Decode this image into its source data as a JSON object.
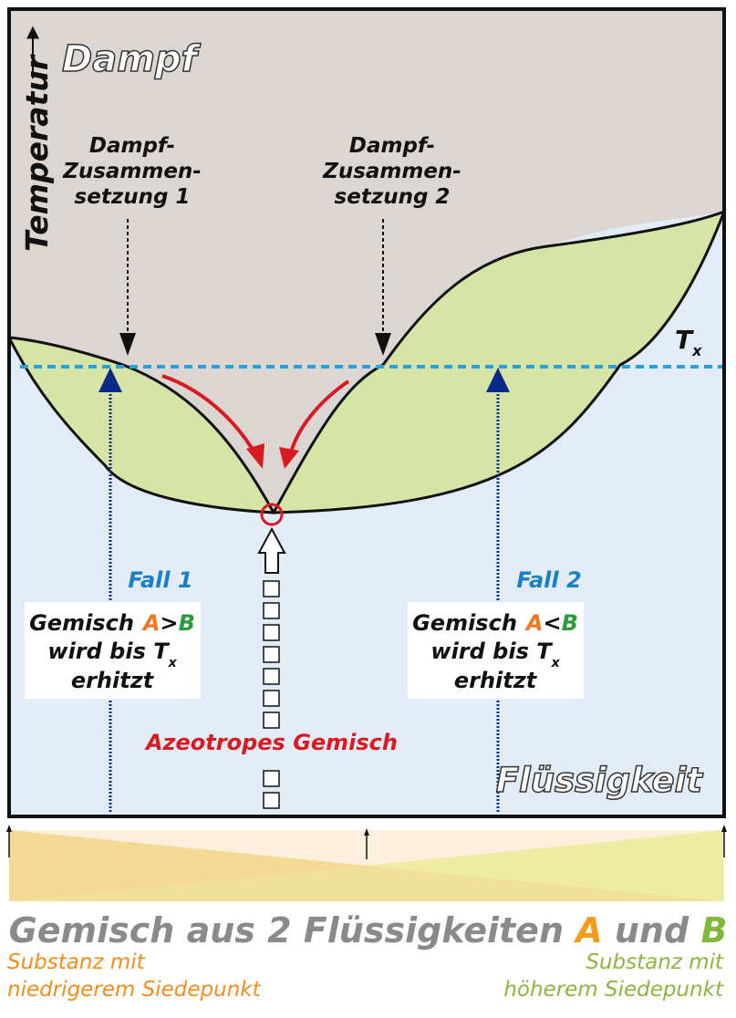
{
  "labels": {
    "vapor": "Dampf",
    "liquid": "Flüssigkeit",
    "temperature": "Temperatur",
    "tx_main": "T",
    "tx_sub": "x",
    "vapor_comp_1": [
      "Dampf-",
      "Zusammen-",
      "setzung 1"
    ],
    "vapor_comp_2": [
      "Dampf-",
      "Zusammen-",
      "setzung 2"
    ],
    "case_1": "Fall 1",
    "case_2": "Fall 2",
    "azeotrope": "Azeotropes Gemisch"
  },
  "box1": {
    "line1_pre": "Gemisch",
    "a": "A",
    "op": ">",
    "b": "B",
    "line2": "wird bis T",
    "line2_sub": "x",
    "line3": "erhitzt"
  },
  "box2": {
    "line1_pre": "Gemisch",
    "a": "A",
    "op": "<",
    "b": "B",
    "line2": "wird bis T",
    "line2_sub": "x",
    "line3": "erhitzt"
  },
  "footer": {
    "title_pre": "Gemisch aus 2 Flüssigkeiten",
    "a": "A",
    "and": "und",
    "b": "B",
    "left": [
      "Substanz mit",
      "niedrigerem Siedepunkt"
    ],
    "right": [
      "Substanz mit",
      "höherem Siedepunkt"
    ]
  },
  "colors": {
    "vapor_bg": "#dcd6d2",
    "liquid_bg": "#e2ecf6",
    "lens": "#d6e4a6",
    "tx_line": "#2a9fd8",
    "blue_arrow": "#0a2a8a",
    "red": "#d81a22",
    "case_text": "#1a7fc4",
    "a": "#f07820",
    "b": "#2c9a3a"
  }
}
